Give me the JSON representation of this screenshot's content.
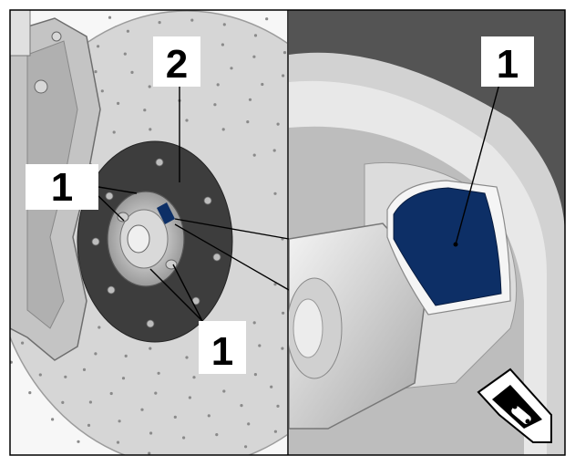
{
  "figure": {
    "left_panel": {
      "callouts": [
        {
          "id": "upper-left",
          "label": "1"
        },
        {
          "id": "top",
          "label": "2"
        },
        {
          "id": "bottom",
          "label": "1"
        }
      ]
    },
    "right_panel": {
      "callouts": [
        {
          "id": "detail",
          "label": "1"
        }
      ],
      "view_direction_icon": "car-view-arrow-icon"
    },
    "colors": {
      "marking": "#0d2f66",
      "background_dark": "#545454",
      "metal_light": "#e6e6e6",
      "brake_disc_ring": "#3d3d3d"
    }
  }
}
